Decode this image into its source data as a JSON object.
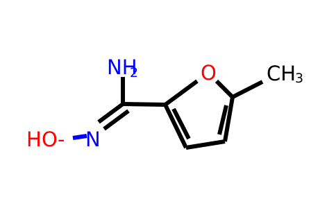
{
  "molecule": {
    "colors": {
      "bond": "#000000",
      "oxygen": "#ff0000",
      "nitrogen": "#0000ff",
      "carbon": "#000000"
    },
    "labels": {
      "nh2_main": "NH",
      "nh2_sub": "2",
      "ring_oxygen": "O",
      "oxime_oxygen": "O",
      "oxime_h": "H",
      "hyphen": "-",
      "oxime_n": "N",
      "methyl_main": "CH",
      "methyl_sub": "3"
    }
  }
}
